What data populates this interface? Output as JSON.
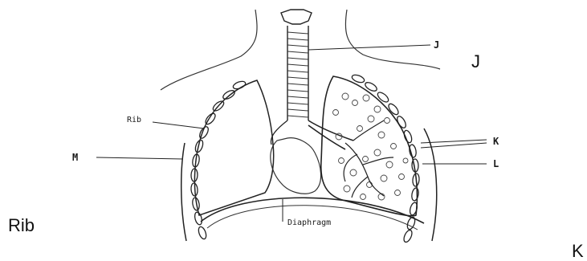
{
  "diagram": {
    "labels": {
      "j": "J",
      "k": "K",
      "l": "L",
      "m": "M",
      "rib": "Rib",
      "diaphragm": "Diaphragm"
    }
  },
  "overlay_labels": {
    "j": "J",
    "rib": "Rib",
    "k": "K"
  }
}
